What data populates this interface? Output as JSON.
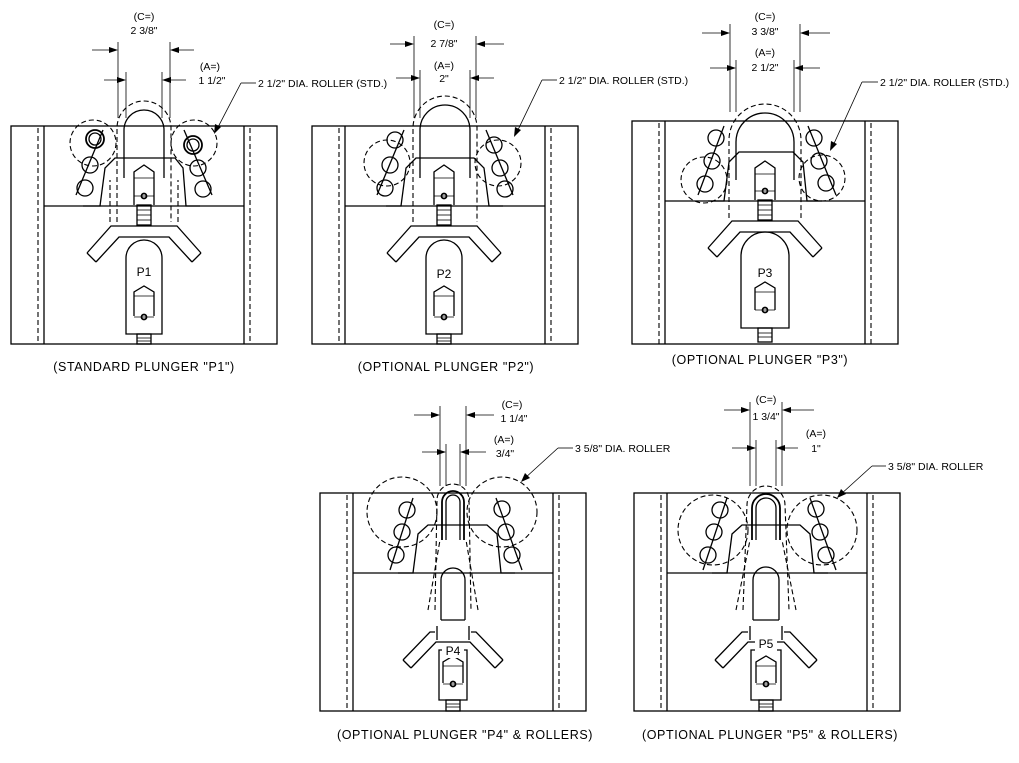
{
  "colors": {
    "line": "#000000",
    "background": "#ffffff"
  },
  "views": [
    {
      "id": "p1",
      "plunger_label": "P1",
      "caption": "(STANDARD PLUNGER \"P1\")",
      "c_label": "(C=)",
      "c_value": "2 3/8\"",
      "a_label": "(A=)",
      "a_value": "1 1/2\"",
      "roller_note": "2 1/2\" DIA. ROLLER (STD.)"
    },
    {
      "id": "p2",
      "plunger_label": "P2",
      "caption": "(OPTIONAL PLUNGER \"P2\")",
      "c_label": "(C=)",
      "c_value": "2 7/8\"",
      "a_label": "(A=)",
      "a_value": "2\"",
      "roller_note": "2 1/2\" DIA. ROLLER (STD.)"
    },
    {
      "id": "p3",
      "plunger_label": "P3",
      "caption": "(OPTIONAL PLUNGER \"P3\")",
      "c_label": "(C=)",
      "c_value": "3 3/8\"",
      "a_label": "(A=)",
      "a_value": "2 1/2\"",
      "roller_note": "2 1/2\" DIA. ROLLER (STD.)"
    },
    {
      "id": "p4",
      "plunger_label": "P4",
      "caption": "(OPTIONAL PLUNGER \"P4\" & ROLLERS)",
      "c_label": "(C=)",
      "c_value": "1 1/4\"",
      "a_label": "(A=)",
      "a_value": "3/4\"",
      "roller_note": "3 5/8\" DIA. ROLLER"
    },
    {
      "id": "p5",
      "plunger_label": "P5",
      "caption": "(OPTIONAL PLUNGER \"P5\" & ROLLERS)",
      "c_label": "(C=)",
      "c_value": "1 3/4\"",
      "a_label": "(A=)",
      "a_value": "1\"",
      "roller_note": "3 5/8\" DIA. ROLLER"
    }
  ]
}
